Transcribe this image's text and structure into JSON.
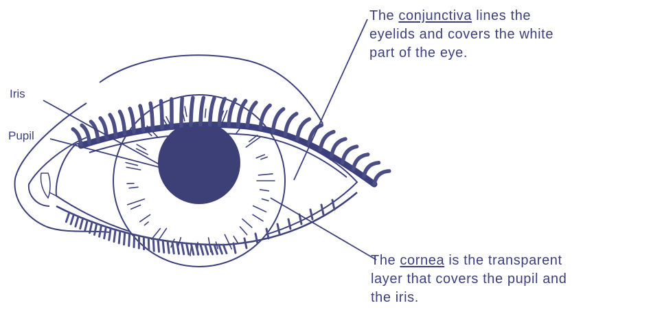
{
  "colors": {
    "ink": "#3b3f7c",
    "pupil": "#3d4076",
    "lash": "#4a4e85",
    "sclera": "#ffffff"
  },
  "labels": {
    "iris": "Iris",
    "pupil": "Pupil",
    "conjunctiva": {
      "line1_pre": "The ",
      "term": "conjunctiva",
      "line1_post": " lines the",
      "line2": "eyelids and covers the white",
      "line3": "part of the eye."
    },
    "cornea": {
      "line1_pre": "The ",
      "term": "cornea",
      "line1_post": " is the transparent",
      "line2": "layer that covers the pupil and",
      "line3": "the iris."
    }
  }
}
